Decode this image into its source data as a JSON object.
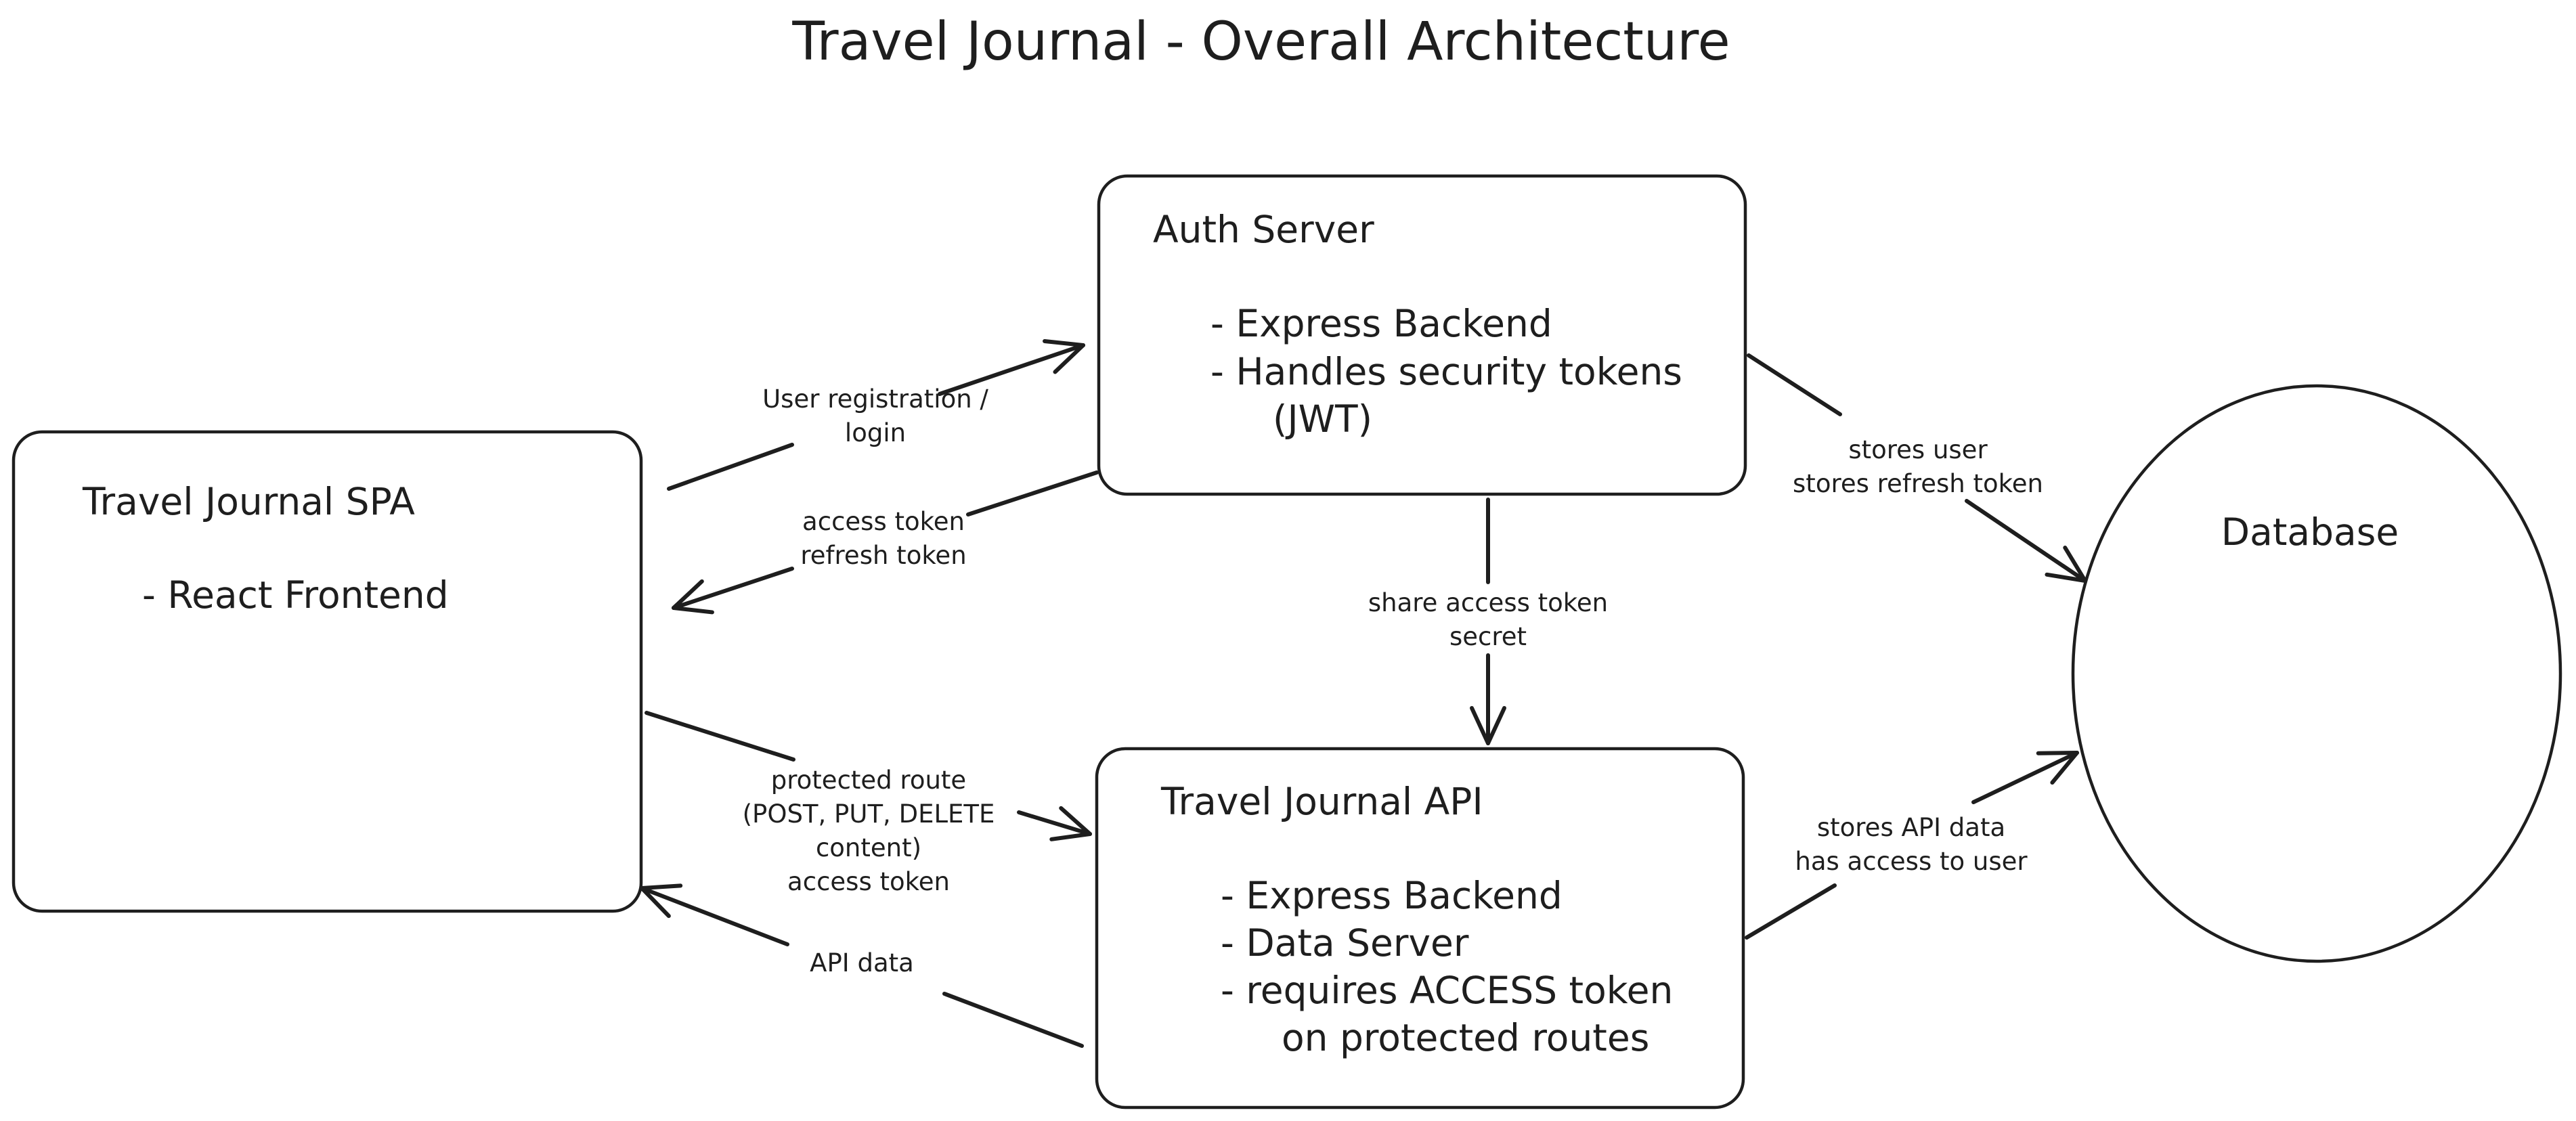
{
  "title": "Travel Journal - Overall Architecture",
  "nodes": {
    "spa": {
      "label": "Travel Journal SPA",
      "items": [
        "- React Frontend"
      ]
    },
    "auth": {
      "label": "Auth Server",
      "items": [
        "- Express Backend",
        "- Handles security tokens",
        "(JWT)"
      ]
    },
    "api": {
      "label": "Travel Journal API",
      "items": [
        "- Express Backend",
        "- Data Server",
        "- requires ACCESS token",
        "on protected routes"
      ]
    },
    "db": {
      "label": "Database"
    }
  },
  "edges": {
    "spa_to_auth": {
      "from": "Travel Journal SPA",
      "to": "Auth Server",
      "lines": [
        "User registration /",
        "login"
      ]
    },
    "auth_to_spa": {
      "from": "Auth Server",
      "to": "Travel Journal SPA",
      "lines": [
        "access token",
        "refresh token"
      ]
    },
    "auth_to_api": {
      "from": "Auth Server",
      "to": "Travel Journal API",
      "lines": [
        "share access token",
        "secret"
      ]
    },
    "auth_to_db": {
      "from": "Auth Server",
      "to": "Database",
      "lines": [
        "stores user",
        "stores refresh token"
      ]
    },
    "spa_to_api": {
      "from": "Travel Journal SPA",
      "to": "Travel Journal API",
      "lines": [
        "protected route",
        "(POST, PUT, DELETE",
        "content)",
        "access token"
      ]
    },
    "api_to_spa": {
      "from": "Travel Journal API",
      "to": "Travel Journal SPA",
      "lines": [
        "API data"
      ]
    },
    "api_to_db": {
      "from": "Travel Journal API",
      "to": "Database",
      "lines": [
        "stores API data",
        "has access to user"
      ]
    }
  }
}
